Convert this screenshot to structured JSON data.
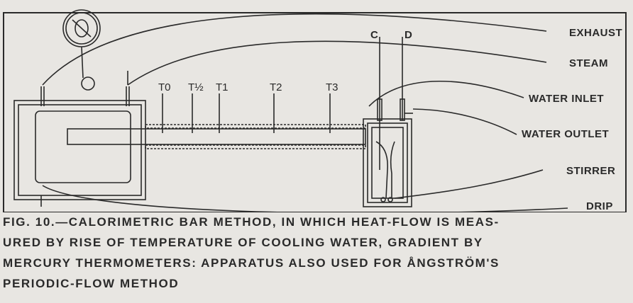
{
  "labels": {
    "exhaust": "Exhaust",
    "steam": "Steam",
    "water_inlet": "Water Inlet",
    "water_outlet": "Water Outlet",
    "stirrer": "Stirrer",
    "drip": "Drip"
  },
  "thermometers": [
    "T0",
    "T½",
    "T1",
    "T2",
    "T3"
  ],
  "points": {
    "c": "C",
    "d": "D"
  },
  "caption": [
    "Fig. 10.—Calorimetric bar method, in which heat-flow is meas-",
    "ured by rise of temperature of cooling water, gradient by",
    "mercury thermometers: apparatus also used for Ångström's",
    "periodic-flow method"
  ]
}
